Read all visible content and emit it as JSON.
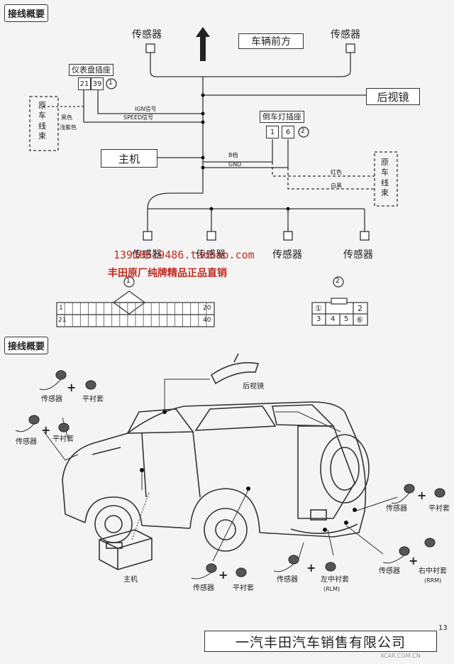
{
  "top_section": {
    "title": "接线概要",
    "front_label": "车辆前方",
    "front_sensors": [
      "传感器",
      "传感器"
    ],
    "mirror_label": "后视镜",
    "dash_socket": {
      "title": "仪表盘插座",
      "pins": [
        "21",
        "39"
      ],
      "badge": "1"
    },
    "harness_left": "原车线束",
    "wire_black": "黑色",
    "wire_lightpurple": "浅紫色",
    "ign_signal": "IGN信号",
    "speed_signal": "SPEED信号",
    "reverse_socket": {
      "title": "倒车灯插座",
      "pins": [
        "1",
        "6"
      ],
      "badge": "2"
    },
    "host_label": "主机",
    "b_plus": "B档",
    "gnd": "GND",
    "wire_red": "红色",
    "wire_whiteblack": "白黑",
    "harness_right": "原车线束",
    "rear_sensors": [
      "传感器",
      "传感器",
      "传感器",
      "传感器"
    ],
    "watermark_url": "13910619486.taobao.com",
    "watermark_slogan": "丰田原厂纯牌精品正品直销",
    "connector1": {
      "badge": "1",
      "pin_first": "1",
      "pin_last": "20",
      "pin_bottom_first": "21",
      "pin_bottom_last": "40"
    },
    "connector2": {
      "badge": "2",
      "top_pins": [
        "①",
        "2"
      ],
      "bottom_pins": [
        "3",
        "4",
        "5",
        "⑥"
      ]
    }
  },
  "bottom_section": {
    "title": "接线概要",
    "mirror_label": "后视镜",
    "kits": [
      {
        "sensor": "传感器",
        "cover": "平衬套"
      },
      {
        "sensor": "传感器",
        "cover": "平衬套"
      },
      {
        "sensor": "传感器",
        "cover": "平衬套"
      },
      {
        "sensor": "传感器",
        "cover": "平衬套"
      },
      {
        "sensor": "传感器",
        "cover": "左中衬套",
        "cover_code": "(RLM)"
      },
      {
        "sensor": "传感器",
        "cover": "右中衬套",
        "cover_code": "(RRM)"
      }
    ],
    "plus": "+",
    "host_label": "主机",
    "page_number": "13"
  },
  "footer": {
    "company": "一汽丰田汽车销售有限公司"
  },
  "corner_watermark": "XCAR.COM.CN"
}
